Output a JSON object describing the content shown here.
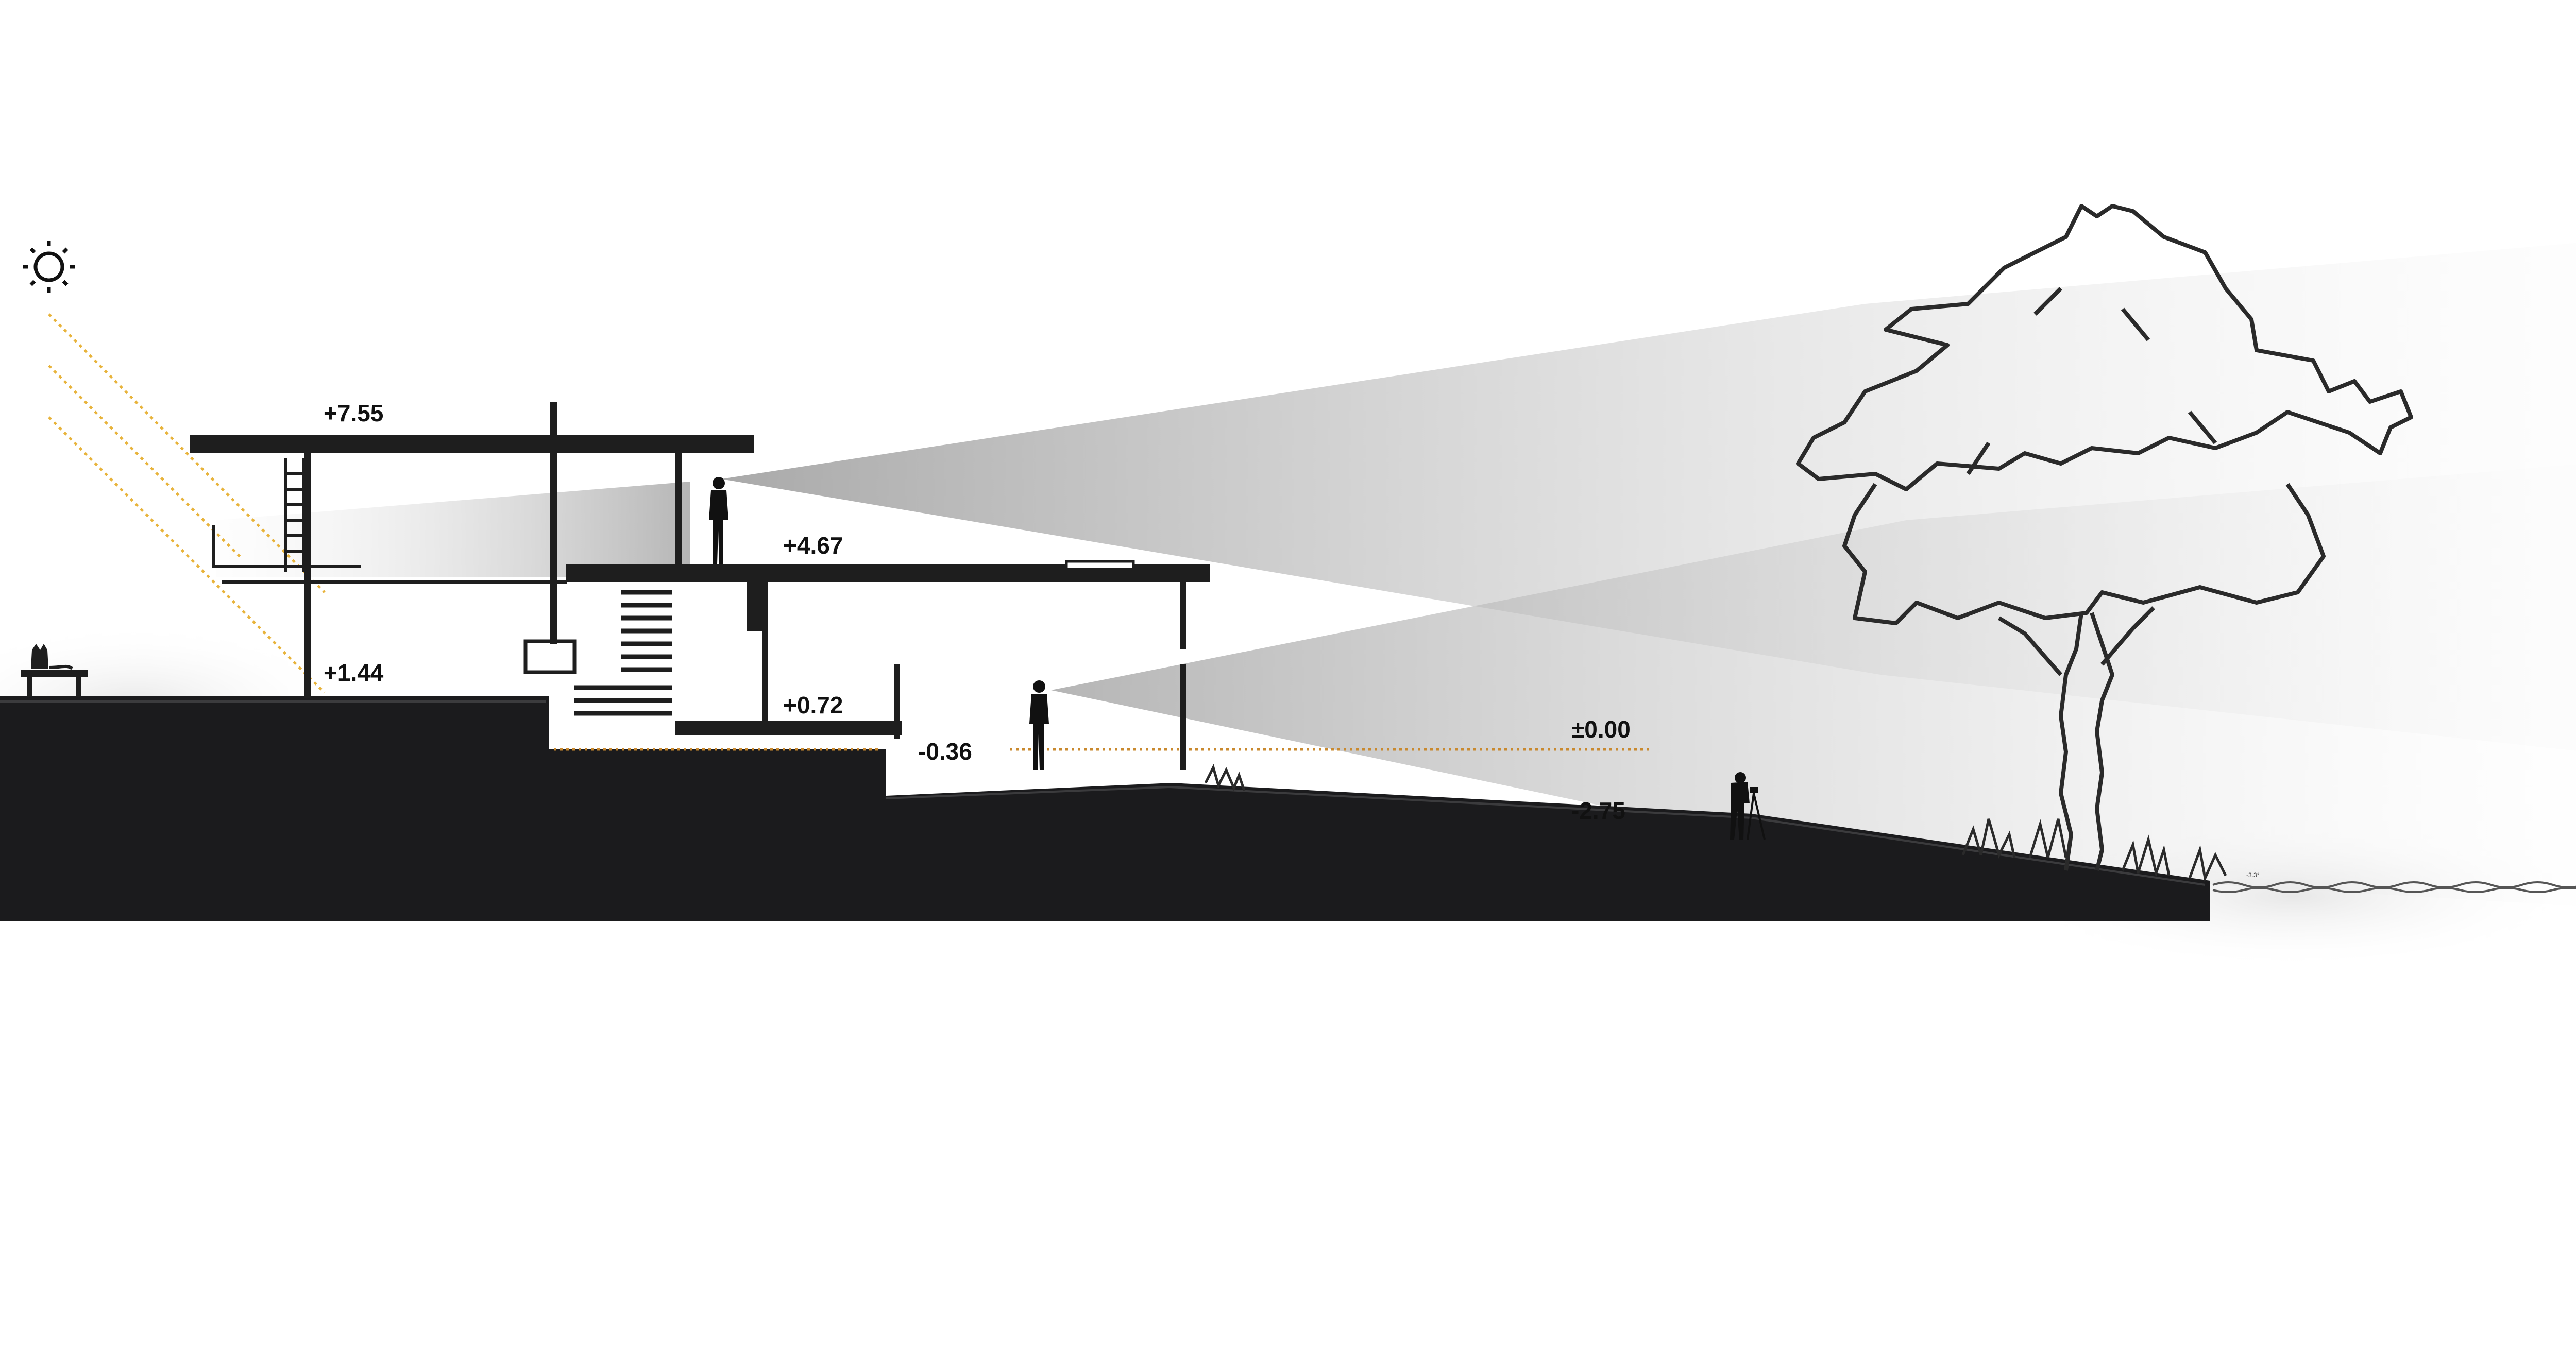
{
  "levels": {
    "roof": "+7.55",
    "upper_floor": "+4.67",
    "terrace": "+1.44",
    "ground_floor": "+0.72",
    "lower_floor": "-0.36",
    "datum": "±0.00",
    "slope": "-2.75",
    "water": "-3.3*"
  },
  "icons": [
    "sun-icon",
    "person-silhouette",
    "photographer-silhouette",
    "cat-on-bench",
    "tree-outline",
    "water-waves"
  ],
  "colors": {
    "ground": "#1b1b1d",
    "structure": "#1e1e1e",
    "sun_rays": "#e8b33a",
    "datum_line": "#c9892e",
    "view_cone": "#c4c4c4"
  }
}
